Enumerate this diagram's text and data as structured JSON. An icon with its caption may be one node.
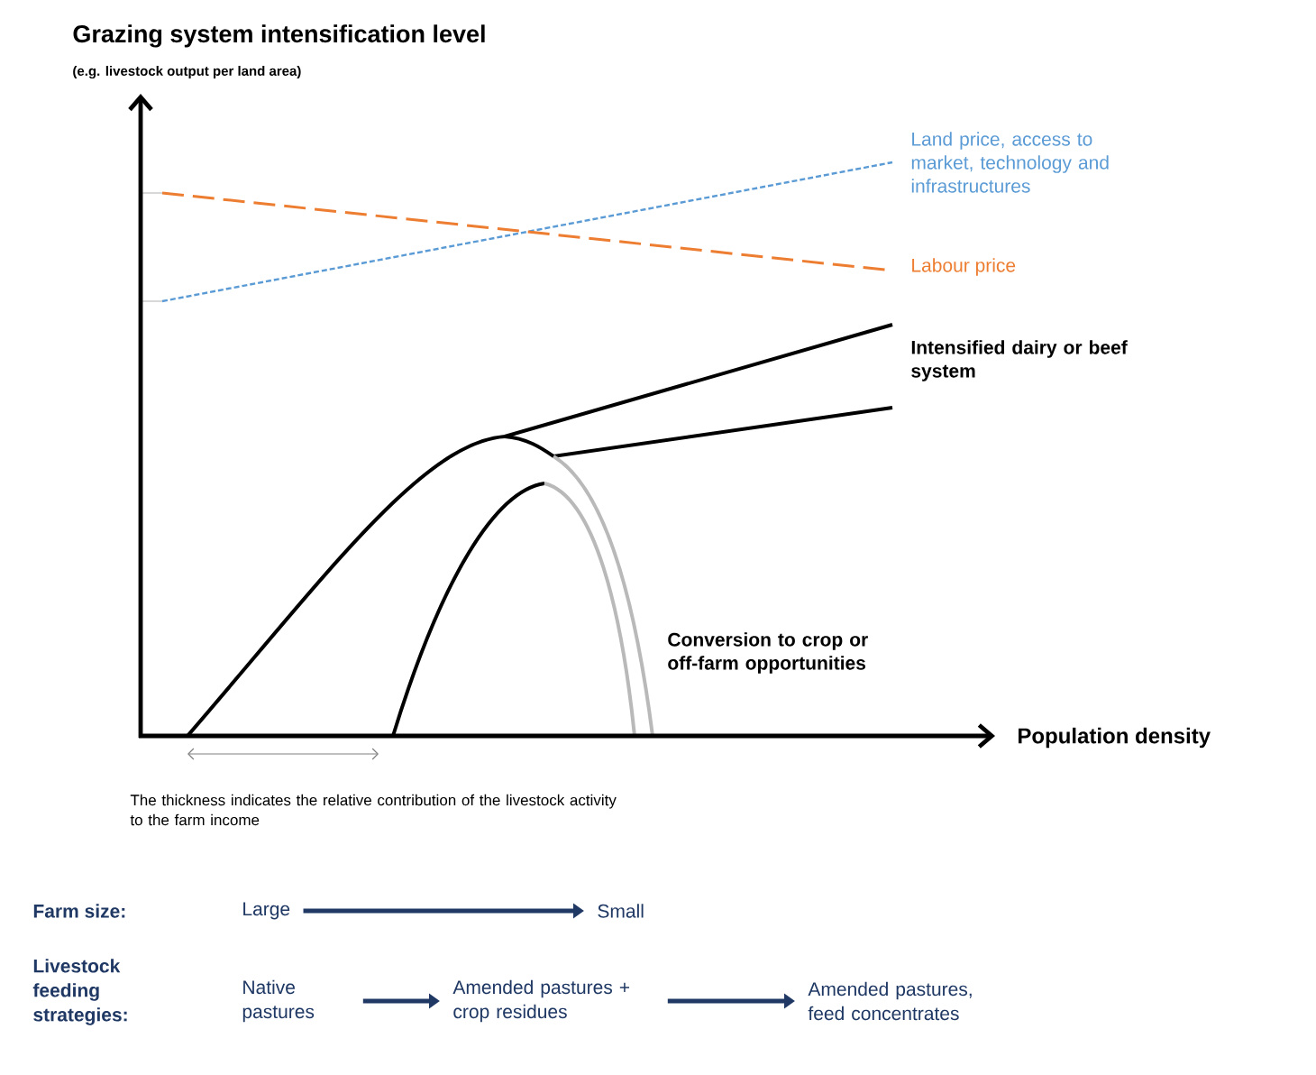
{
  "diagram": {
    "title": "Grazing system intensification level",
    "nodes": [
      {
        "text": [
          "Large"
        ]
      },
      {
        "text": [
          "Small"
        ]
      },
      {
        "text": [
          "Native pastures"
        ]
      },
      {
        "text": [
          "Amended pastures + crop residues"
        ]
      },
      {
        "text": [
          "Amended pastures, feed concentrates"
        ]
      }
    ],
    "edges": [
      {
        "from": 0,
        "to": 1,
        "arrow": "to"
      },
      {
        "from": 2,
        "to": 3,
        "arrow": "to"
      },
      {
        "from": 3,
        "to": 4,
        "arrow": "to"
      }
    ],
    "labels": [
      "(e.g. livestock output per land area)",
      "Land price, access to market, technology and infrastructures",
      "Labour price",
      "Intensified dairy or beef system",
      "Conversion to crop or off-farm opportunities",
      "Population density",
      "The thickness indicates the relative contribution of the livestock activity to the farm income",
      "Farm size:",
      "Livestock feeding strategies:"
    ]
  }
}
